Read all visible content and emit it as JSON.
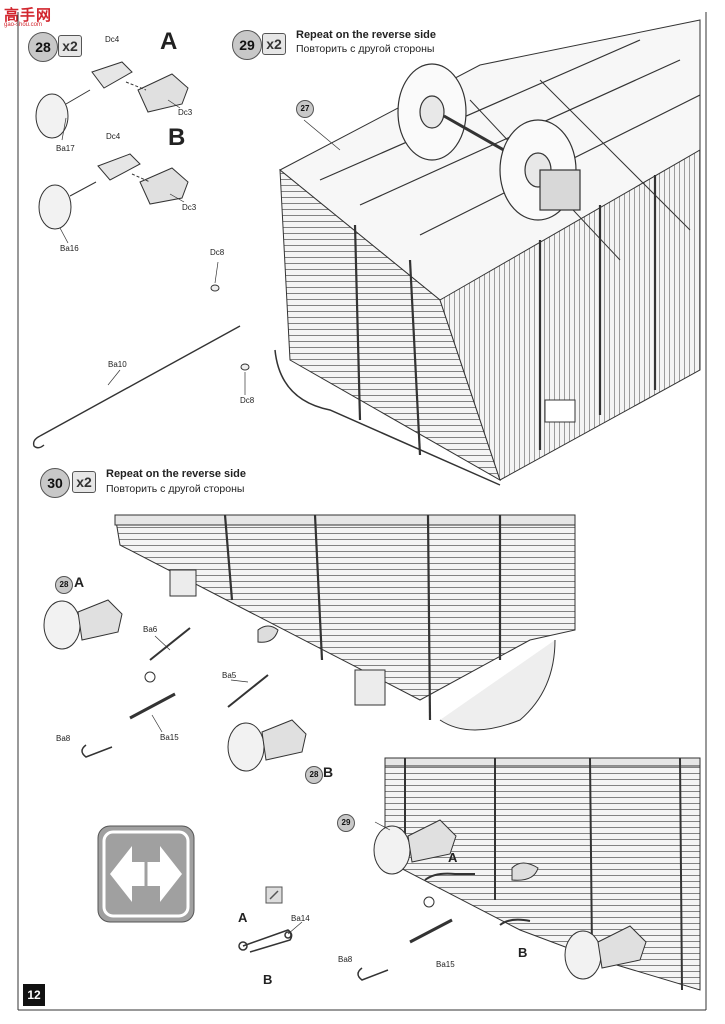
{
  "watermark": {
    "text": "高手网",
    "subtext": "gao-shou.com"
  },
  "page_number": "12",
  "steps": {
    "s28": {
      "number": "28",
      "multiplier": "x2"
    },
    "s29": {
      "number": "29",
      "multiplier": "x2",
      "en": "Repeat on the reverse side",
      "ru": "Повторить с другой стороны"
    },
    "s30": {
      "number": "30",
      "multiplier": "x2",
      "en": "Repeat on the reverse side",
      "ru": "Повторить с другой стороны"
    }
  },
  "variants": {
    "a": "A",
    "b": "B"
  },
  "callouts": {
    "c27": "27",
    "c28": "28",
    "c29": "29"
  },
  "parts": {
    "dc4": "Dc4",
    "dc3": "Dc3",
    "ba17": "Ba17",
    "ba16": "Ba16",
    "dc8": "Dc8",
    "ba10": "Ba10",
    "ba6": "Ba6",
    "ba5": "Ba5",
    "ba8": "Ba8",
    "ba15": "Ba15",
    "ba14": "Ba14"
  },
  "colors": {
    "line": "#333333",
    "fill_light": "#f2f2f2",
    "fill_mid": "#d8d8d8",
    "callout": "#c8c8c8",
    "icon_bg": "#a0a0a0"
  },
  "icons": [
    "symmetric-arrows-icon",
    "bend-marker-icon"
  ]
}
